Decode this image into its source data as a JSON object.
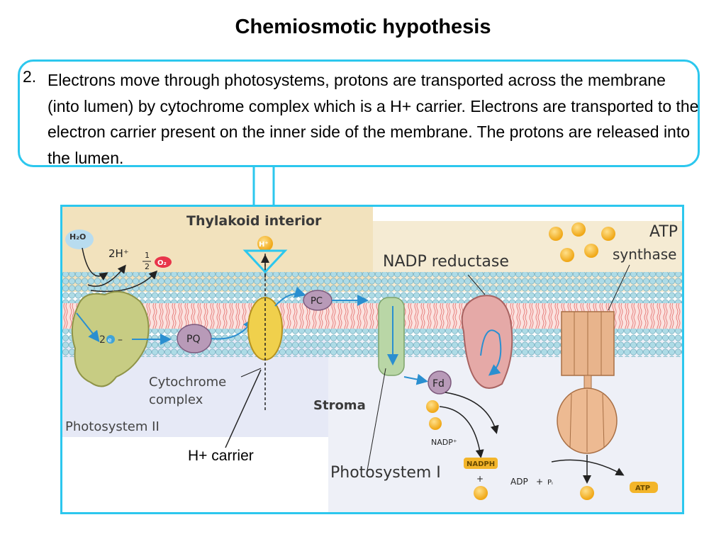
{
  "title": "Chemiosmotic hypothesis",
  "callout": {
    "number": "2.",
    "text": "Electrons move through photosystems, protons are transported across the membrane (into lumen) by cytochrome complex which is a H+ carrier. Electrons are transported to the electron carrier present on the inner side of the membrane. The protons are released into the lumen."
  },
  "diagram": {
    "thylakoid_interior": "Thylakoid interior",
    "stroma": "Stroma",
    "h2o": "H₂O",
    "two_h": "2H⁺",
    "o2": "O₂",
    "half_num": "1",
    "half_den": "2",
    "two_e": "2",
    "e_minus": "e",
    "dash": "–",
    "pq": "PQ",
    "pc": "PC",
    "fd": "Fd",
    "h_plus": "H⁺",
    "cytochrome_line1": "Cytochrome",
    "cytochrome_line2": "complex",
    "photosystem_ii": "Photosystem II",
    "nadp_reductase": "NADP reductase",
    "atp_line1": "ATP",
    "atp_line2": "synthase",
    "photosystem_i": "Photosystem I",
    "nadp_plus": "NADP⁺",
    "nadph": "NADPH",
    "plus": "+",
    "adp": "ADP",
    "pi": "Pᵢ",
    "atp": "ATP"
  },
  "annotation": {
    "h_carrier": "H+ carrier"
  },
  "colors": {
    "accent": "#2cc7ee",
    "lumen": "#f2e2bd",
    "stroma_bg": "#e6e9f6",
    "membrane_head": "#aedbe6",
    "membrane_tail": "#f2b2b0",
    "proton": "#f3b52a",
    "o2": "#e8354a"
  }
}
